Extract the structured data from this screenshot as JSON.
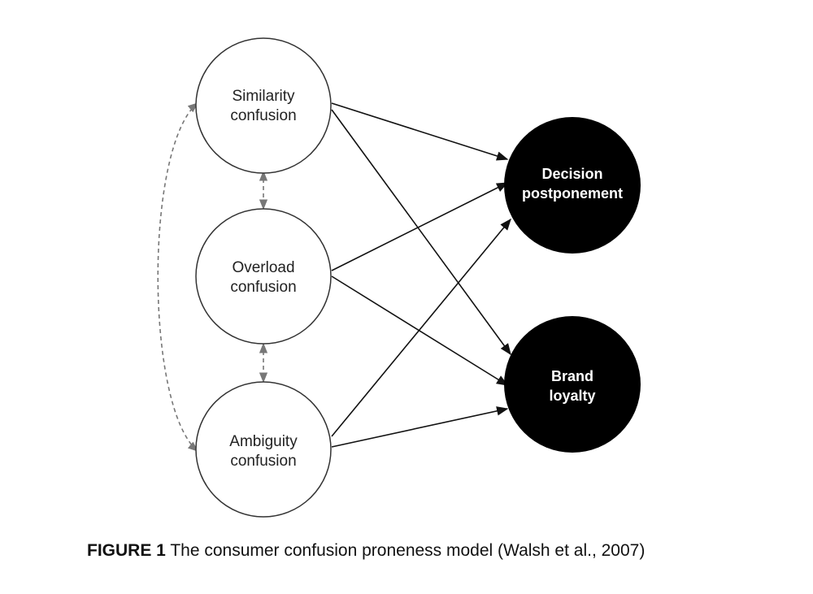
{
  "nodes": {
    "similarity": {
      "line1": "Similarity",
      "line2": "confusion"
    },
    "overload": {
      "line1": "Overload",
      "line2": "confusion"
    },
    "ambiguity": {
      "line1": "Ambiguity",
      "line2": "confusion"
    },
    "decision": {
      "line1": "Decision",
      "line2": "postponement"
    },
    "loyalty": {
      "line1": "Brand",
      "line2": "loyalty"
    }
  },
  "caption": {
    "label": "FIGURE 1",
    "text": " The consumer confusion proneness model (Walsh et al., 2007)"
  },
  "colors": {
    "outcome_fill": "#000000",
    "antecedent_stroke": "#333333",
    "dashed": "#777777"
  }
}
